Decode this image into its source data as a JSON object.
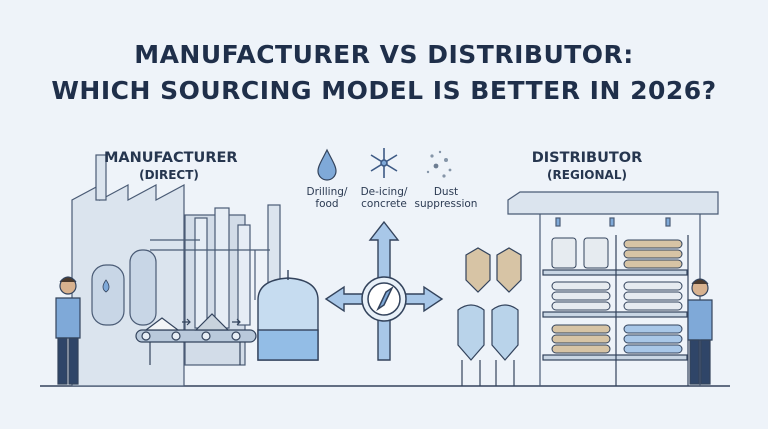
{
  "title": {
    "line1": "MANUFACTURER VS DISTRIBUTOR:",
    "line2": "WHICH SOURCING MODEL IS BETTER IN 2026?"
  },
  "manufacturer": {
    "label": "MANUFACTURER",
    "sublabel": "(DIRECT)"
  },
  "distributor": {
    "label": "DISTRIBUTOR",
    "sublabel": "(REGIONAL)"
  },
  "uses": [
    {
      "icon": "water-drop-icon",
      "line1": "Drilling/",
      "line2": "food"
    },
    {
      "icon": "snowflake-icon",
      "line1": "De-icing/",
      "line2": "concrete"
    },
    {
      "icon": "dust-particles-icon",
      "line1": "Dust",
      "line2": "suppression"
    }
  ],
  "colors": {
    "background": "#eef3f9",
    "title": "#1f2f4a",
    "accent_blue": "#7fa9d8",
    "outline": "#33435c",
    "factory_fill": "#dbe4ee"
  }
}
